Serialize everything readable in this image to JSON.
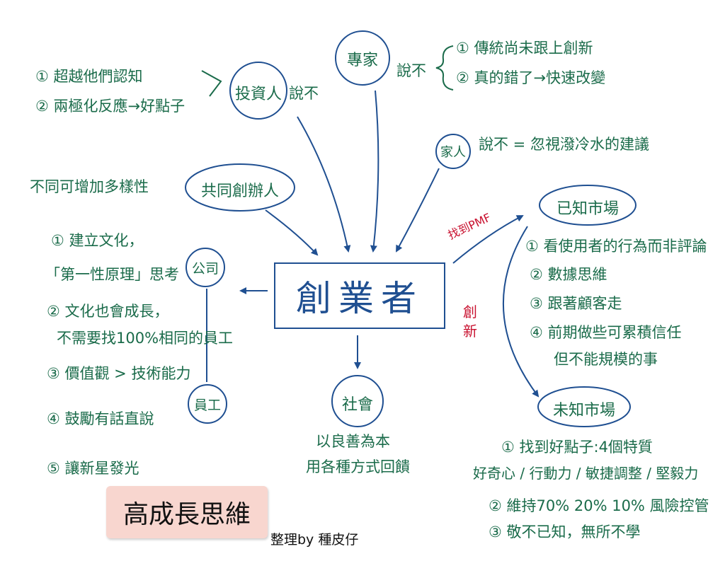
{
  "center": "創業者",
  "title": "高成長思維",
  "credit": "整理by 種皮仔",
  "nodes": {
    "investor": "投資人",
    "expert": "專家",
    "family": "家人",
    "cofounder": "共同創辦人",
    "company": "公司",
    "employee": "員工",
    "society": "社會",
    "known_market": "已知市場",
    "unknown_market": "未知市場"
  },
  "investor_say_no": "說不",
  "investor_points": [
    "① 超越他們認知",
    "② 兩極化反應→好點子"
  ],
  "expert_say_no": "說不",
  "expert_points": [
    "① 傳統尚未跟上創新",
    "② 真的錯了→快速改變"
  ],
  "family_note": "說不 = 忽視潑冷水的建議",
  "cofounder_note": "不同可增加多樣性",
  "company_points": [
    "① 建立文化，",
    "「第一性原理」思考",
    "② 文化也會成長，",
    "不需要找100%相同的員工",
    "③ 價值觀 > 技術能力",
    "④ 鼓勵有話直說",
    "⑤ 讓新星發光"
  ],
  "society_points": [
    "以良善為本",
    "用各種方式回饋"
  ],
  "find_pmf": "找到PMF",
  "innovate": "創新",
  "known_points": [
    "① 看使用者的行為而非評論",
    "② 數據思維",
    "③ 跟著顧客走",
    "④ 前期做些可累積信任",
    "但不能規模的事"
  ],
  "unknown_points": [
    "① 找到好點子:4個特質",
    "好奇心 / 行動力 / 敏捷調整 / 堅毅力",
    "② 維持70% 20% 10% 風險控管",
    "③ 敬不已知，無所不學"
  ]
}
